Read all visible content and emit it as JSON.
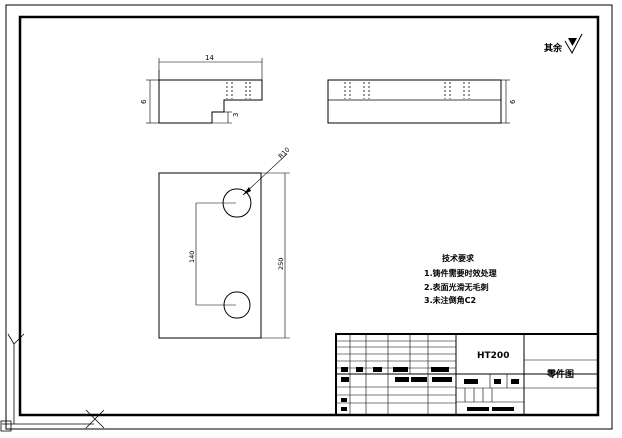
{
  "roughness_note": "其余",
  "dimensions": {
    "front_width": "14",
    "front_height": "6",
    "front_step": "3",
    "side_height": "6",
    "slot_radius": "R10",
    "slot_spacing": "140",
    "plate_height": "250"
  },
  "tech_requirements": {
    "title": "技术要求",
    "items": [
      "1.铸件需要时效处理",
      "2.表面光滑无毛刺",
      "3.未注倒角C2"
    ]
  },
  "title_block": {
    "material": "HT200",
    "part_name": "零件图"
  }
}
